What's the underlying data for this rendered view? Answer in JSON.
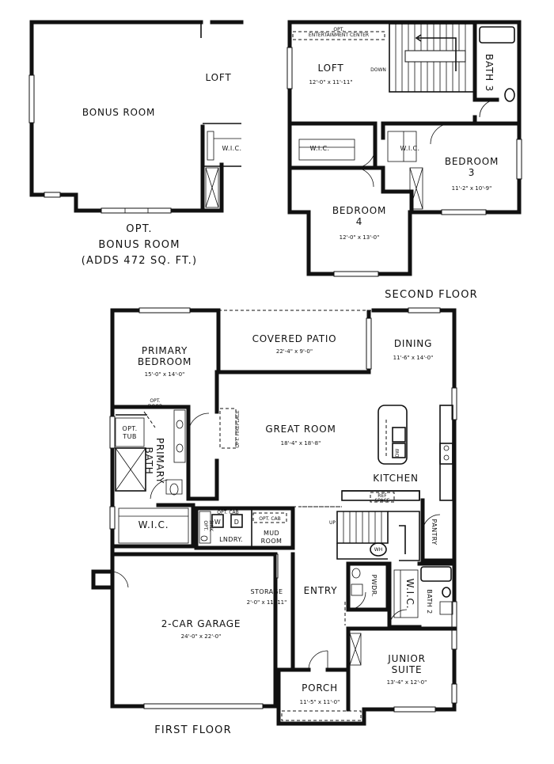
{
  "bonus": {
    "loft_label": "LOFT",
    "room_label": "BONUS ROOM",
    "wic_label": "W.I.C.",
    "caption_line1": "OPT.",
    "caption_line2": "BONUS ROOM",
    "caption_line3": "(ADDS 472 SQ. FT.)"
  },
  "second_floor": {
    "title": "SECOND FLOOR",
    "opt_ent_line1": "OPT.",
    "opt_ent_line2": "ENTERTAINMENT CENTER",
    "loft_label": "LOFT",
    "loft_dim": "12'-0\" x 11'-11\"",
    "down_label": "DOWN",
    "bath3_label": "BATH 3",
    "wic_left": "W.I.C.",
    "wic_right": "W.I.C.",
    "bedroom3_label": "BEDROOM",
    "bedroom3_num": "3",
    "bedroom3_dim": "11'-2\" x 10'-9\"",
    "bedroom4_label": "BEDROOM",
    "bedroom4_num": "4",
    "bedroom4_dim": "12'-0\" x 13'-0\""
  },
  "first_floor": {
    "title": "FIRST FLOOR",
    "covered_patio": "COVERED PATIO",
    "covered_patio_dim": "22'-4\" x 9'-0\"",
    "dining": "DINING",
    "dining_dim": "11'-6\" x 14'-0\"",
    "primary_bedroom_line1": "PRIMARY",
    "primary_bedroom_line2": "BEDROOM",
    "primary_bedroom_dim": "15'-0\" x 14'-0\"",
    "opt_door_line1": "OPT.",
    "opt_door_line2": "DOOR",
    "opt_tub_line1": "OPT.",
    "opt_tub_line2": "TUB",
    "primary_bath_line1": "PRIMARY",
    "primary_bath_line2": "BATH",
    "opt_fireplace": "OPT. FIREPLACE",
    "great_room": "GREAT ROOM",
    "great_room_dim": "18'-4\" x 18'-8\"",
    "kitchen": "KITCHEN",
    "ref_space_line1": "REF",
    "ref_space_line2": "SPACE",
    "dw": "DW",
    "wic_primary": "W.I.C.",
    "opt_sink_line1": "OPT.",
    "opt_sink_line2": "SINK",
    "opt_cab_top": "OPT. CAB",
    "washer": "W",
    "dryer": "D",
    "laundry": "LNDRY.",
    "opt_cab_mud": "OPT. CAB",
    "mud_room_line1": "MUD",
    "mud_room_line2": "ROOM",
    "up_label": "UP",
    "wh_label": "WH",
    "pantry": "PANTRY",
    "storage": "STORAGE",
    "storage_dim": "2'-0\" x 11'-11\"",
    "entry": "ENTRY",
    "pwdr": "PWDR.",
    "wic_junior": "W.I.C.",
    "bath2": "BATH 2",
    "garage": "2-CAR GARAGE",
    "garage_dim": "24'-0\" x 22'-0\"",
    "junior_suite_line1": "JUNIOR",
    "junior_suite_line2": "SUITE",
    "junior_suite_dim": "13'-4\" x 12'-0\"",
    "porch": "PORCH",
    "porch_dim": "11'-5\" x 11'-0\""
  }
}
